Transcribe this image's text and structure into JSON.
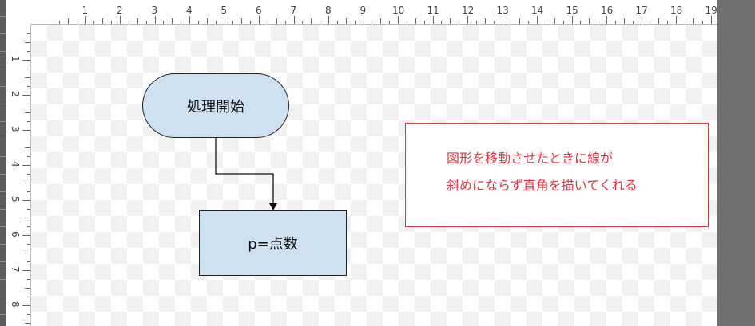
{
  "window": {
    "title": ""
  },
  "ruler": {
    "horizontal_labels": [
      "1",
      "2",
      "3",
      "4",
      "5",
      "6",
      "7",
      "8",
      "9",
      "10",
      "11",
      "12",
      "13",
      "14",
      "15",
      "16",
      "17",
      "18",
      "19"
    ],
    "vertical_labels": [
      "1",
      "2",
      "3",
      "4",
      "5",
      "6",
      "7",
      "8"
    ]
  },
  "canvas": {
    "start_shape": {
      "label": "処理開始",
      "fill": "#cfe0f1",
      "shape": "rounded-terminator"
    },
    "process_shape": {
      "label": "p=点数",
      "fill": "#cfe0f1",
      "shape": "rectangle"
    },
    "connector": {
      "style": "elbow",
      "arrow": "end"
    },
    "note": {
      "line1": "図形を移動させたときに線が",
      "line2": "斜めにならず直角を描いてくれる",
      "color": "#e8323f"
    }
  }
}
